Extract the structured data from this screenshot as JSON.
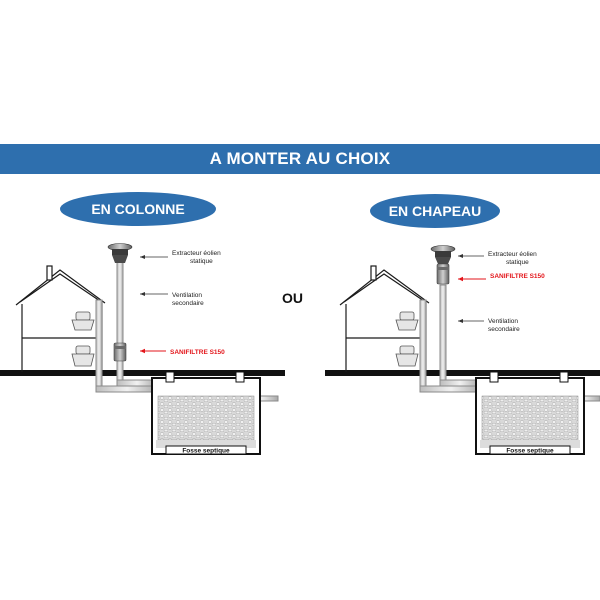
{
  "banner": {
    "title": "A MONTER AU CHOIX"
  },
  "options": {
    "left": {
      "title": "EN COLONNE"
    },
    "right": {
      "title": "EN CHAPEAU"
    },
    "separator": "OU"
  },
  "labels": {
    "extractor_line1": "Extracteur éolien",
    "extractor_line2": "statique",
    "ventilation_line1": "Ventilation",
    "ventilation_line2": "secondaire",
    "filter": "SANIFILTRE S150",
    "tank": "Fosse septique"
  },
  "colors": {
    "banner": "#2e6fae",
    "pill": "#2e6fae",
    "accent_red": "#e3161b",
    "pipe": "#9a9a9a",
    "ground": "#111111"
  }
}
